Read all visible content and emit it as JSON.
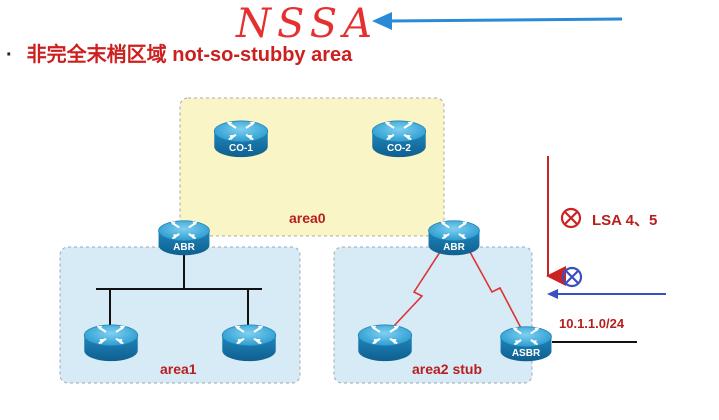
{
  "header": {
    "handwritten": "NSSA",
    "bullet": "·",
    "title": "非完全末梢区域 not-so-stubby area"
  },
  "areas": {
    "area0": "area0",
    "area1": "area1",
    "area2": "area2 stub"
  },
  "routers": {
    "co1": "CO-1",
    "co2": "CO-2",
    "abr_left": "ABR",
    "abr_right": "ABR",
    "asbr": "ASBR"
  },
  "annotations": {
    "lsa": "LSA 4、5",
    "network": "10.1.1.0/24"
  },
  "colors": {
    "handwriting": "#e53030",
    "title": "#cc1f1f",
    "area0_fill": "#faf5c6",
    "area_blue_fill": "#d7ebf7",
    "router_blue": "#1a8ec4",
    "arrow_blue": "#2b8ad6",
    "blocked_red": "#cc2222",
    "blocked_blue": "#3a4fc0"
  }
}
